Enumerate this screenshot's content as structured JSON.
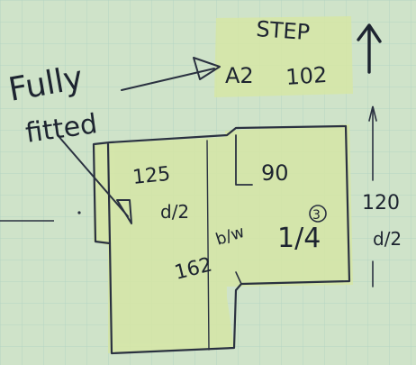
{
  "labels": {
    "step": "STEP",
    "fully": "Fully",
    "fitted": "fitted",
    "a2": "A2",
    "a2_value": "102",
    "left_room_dim": "125",
    "left_room_code": "d/2",
    "right_room_dim": "90",
    "center_code": "b/w",
    "fraction": "1/4",
    "circle_mark": "3",
    "bottom_dim": "162",
    "side_dim": "120",
    "side_code": "d/2"
  },
  "colors": {
    "paper": "#cfe3c9",
    "grid": "#a9cdbf",
    "highlight": "#d6e6a6",
    "pencil": "#1d2430"
  }
}
